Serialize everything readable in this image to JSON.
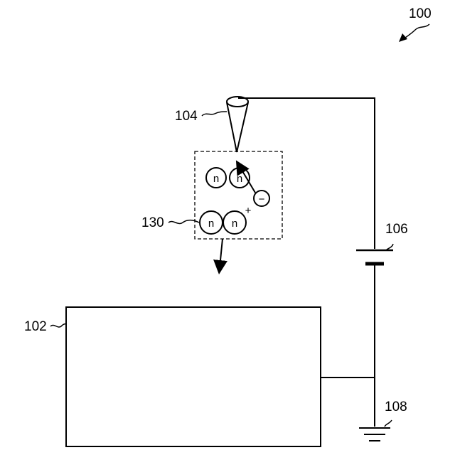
{
  "figure": {
    "number": "100"
  },
  "labels": {
    "target": "102",
    "tip": "104",
    "power_source": "106",
    "ground": "108",
    "cluster": "130"
  },
  "particles": {
    "upper": [
      "n",
      "n"
    ],
    "lower": [
      "n",
      "n"
    ],
    "electron": "−",
    "charge": "+"
  }
}
